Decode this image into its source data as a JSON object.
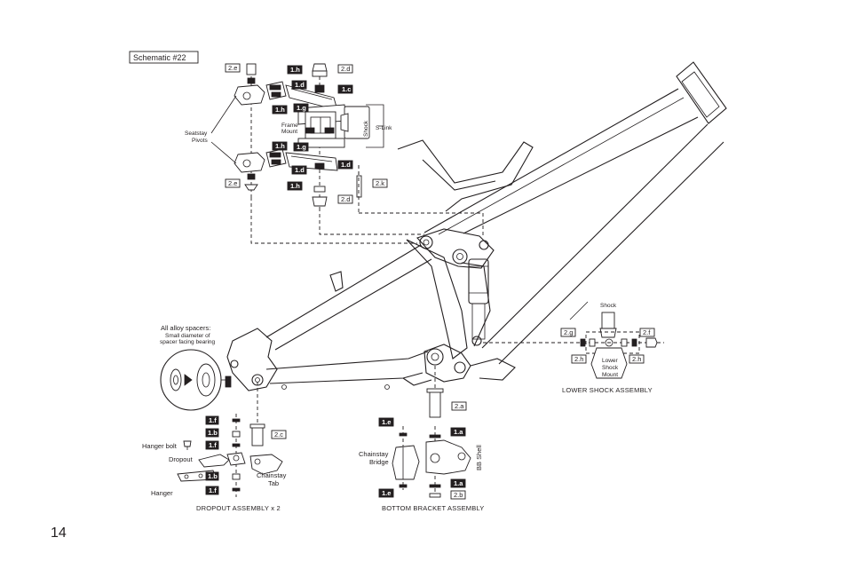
{
  "schematic_title": "Schematic #22",
  "page_number": "14",
  "captions": {
    "dropout": "DROPOUT ASSEMBLY x 2",
    "bottom_bracket": "BOTTOM BRACKET ASSEMBLY",
    "lower_shock": "LOWER SHOCK ASSEMBLY"
  },
  "labels": {
    "seatstay_pivots_1": "Seatstay",
    "seatstay_pivots_2": "Pivots",
    "frame_mount_1": "Frame",
    "frame_mount_2": "Mount",
    "shock_upper": "Shock",
    "s_link": "S-Link",
    "alloy_spacers_title": "All alloy spacers:",
    "alloy_spacers_1": "Small diameter of",
    "alloy_spacers_2": "spacer facing bearing",
    "hanger_bolt": "Hanger bolt",
    "dropout": "Dropout",
    "hanger": "Hanger",
    "chainstay_tab_1": "Chainstay",
    "chainstay_tab_2": "Tab",
    "chainstay_bridge_1": "Chainstay",
    "chainstay_bridge_2": "Bridge",
    "bb_shell": "BB Shell",
    "shock_lower": "Shock",
    "lower_shock_mount_1": "Lower",
    "lower_shock_mount_2": "Shock",
    "lower_shock_mount_3": "Mount"
  },
  "callouts": {
    "c_2e_top": "2.e",
    "c_1h_a": "1.h",
    "c_2d_top": "2.d",
    "c_1d_a": "1.d",
    "c_1c": "1.c",
    "c_1h_b": "1.h",
    "c_1g_a": "1.g",
    "c_1h_c": "1.h",
    "c_1g_b": "1.g",
    "c_1d_b": "1.d",
    "c_1d_c": "1.d",
    "c_2e_bot": "2.e",
    "c_1h_d": "1.h",
    "c_2k": "2.k",
    "c_2d_bot": "2.d",
    "c_2a": "2.a",
    "c_1e_top": "1.e",
    "c_1a_top": "1.a",
    "c_1e_bot": "1.e",
    "c_1a_bot": "1.a",
    "c_2b": "2.b",
    "c_1f_top": "1.f",
    "c_1b_top": "1.b",
    "c_1f_mid": "1.f",
    "c_1b_bot": "1.b",
    "c_1f_bot": "1.f",
    "c_2c": "2.c",
    "c_2g": "2.g",
    "c_2f": "2.f",
    "c_2h_left": "2.h",
    "c_2h_right": "2.h"
  }
}
